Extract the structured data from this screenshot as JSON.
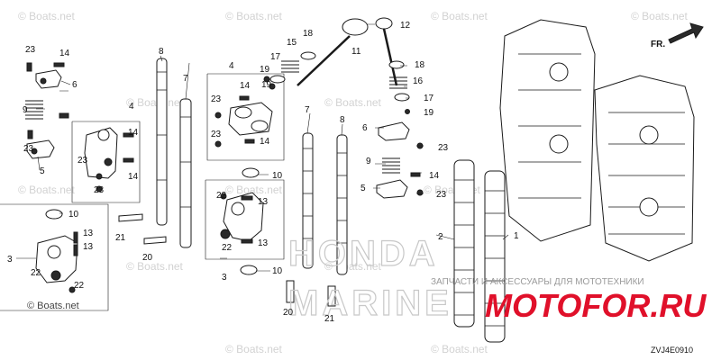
{
  "watermark": {
    "text": "© Boats.net",
    "bottom_left_text": "© Boats.net"
  },
  "direction_arrow": {
    "label": "FR."
  },
  "overlay_brand": {
    "line1": "HONDA",
    "line2": "MARINE"
  },
  "shop_watermark": {
    "tagline": "ЗАПЧАСТИ И АКСЕССУАРЫ ДЛЯ МОТОТЕХНИКИ",
    "brand": "MOTOFOR.RU",
    "brand_color": "#e0102a"
  },
  "diagram_code": "ZVJ4E0910",
  "callouts": {
    "c23a": "23",
    "c14a": "14",
    "c6a": "6",
    "c9a": "9",
    "c23b": "23",
    "c5a": "5",
    "c4a": "4",
    "c14b": "14",
    "c23c": "23",
    "c14c": "14",
    "c23d": "23",
    "c10a": "10",
    "c3a": "3",
    "c13a": "13",
    "c13b": "13",
    "c22a": "22",
    "c22b": "22",
    "c8a": "8",
    "c7a": "7",
    "c21a": "21",
    "c20a": "20",
    "c4b": "4",
    "c19a": "19",
    "c19b": "19",
    "c23e": "23",
    "c14d": "14",
    "c23f": "23",
    "c14e": "14",
    "c17a": "17",
    "c15a": "15",
    "c18a": "18",
    "c11a": "11",
    "c10b": "10",
    "c22c": "22",
    "c13c": "13",
    "c22d": "22",
    "c13d": "13",
    "c3b": "3",
    "c10c": "10",
    "c7b": "7",
    "c8b": "8",
    "c20b": "20",
    "c21b": "21",
    "c12a": "12",
    "c18b": "18",
    "c16a": "16",
    "c17b": "17",
    "c19c": "19",
    "c6b": "6",
    "c23g": "23",
    "c9b": "9",
    "c14f": "14",
    "c5b": "5",
    "c23h": "23",
    "c2a": "2",
    "c1a": "1"
  }
}
